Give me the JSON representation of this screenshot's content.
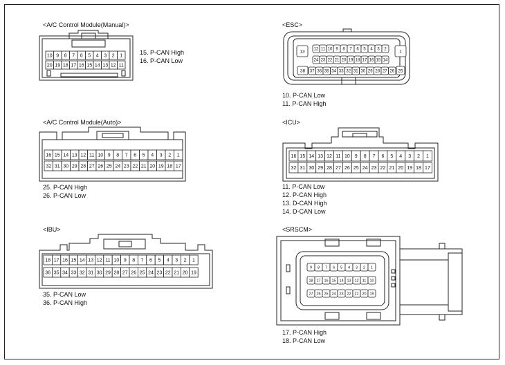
{
  "connectors": {
    "ac_manual": {
      "title": "<A/C Control Module(Manual)>",
      "row_top": [
        "10",
        "9",
        "8",
        "7",
        "6",
        "5",
        "4",
        "3",
        "2",
        "1"
      ],
      "row_bottom": [
        "20",
        "19",
        "18",
        "17",
        "16",
        "15",
        "14",
        "13",
        "12",
        "11"
      ],
      "notes": [
        "15. P-CAN High",
        "16. P-CAN Low"
      ]
    },
    "esc": {
      "title": "<ESC>",
      "row_top": [
        "12",
        "11",
        "10",
        "9",
        "8",
        "7",
        "6",
        "5",
        "4",
        "3",
        "2"
      ],
      "row_mid": [
        "24",
        "23",
        "22",
        "21",
        "20",
        "19",
        "18",
        "17",
        "16",
        "15",
        "14"
      ],
      "row_bottom": [
        "37",
        "36",
        "35",
        "34",
        "33",
        "32",
        "31",
        "30",
        "29",
        "28",
        "27",
        "26"
      ],
      "corner_labels": [
        "13",
        "1",
        "38",
        "25"
      ],
      "notes": [
        "10. P-CAN Low",
        "11. P-CAN High"
      ]
    },
    "ac_auto": {
      "title": "<A/C Control Module(Auto)>",
      "row_top": [
        "16",
        "15",
        "14",
        "13",
        "12",
        "11",
        "10",
        "9",
        "8",
        "7",
        "6",
        "5",
        "4",
        "3",
        "2",
        "1"
      ],
      "row_bottom": [
        "32",
        "31",
        "30",
        "29",
        "28",
        "27",
        "26",
        "25",
        "24",
        "23",
        "22",
        "21",
        "20",
        "19",
        "18",
        "17"
      ],
      "notes": [
        "25. P-CAN High",
        "26. P-CAN Low"
      ]
    },
    "icu": {
      "title": "<ICU>",
      "row_top": [
        "16",
        "15",
        "14",
        "13",
        "12",
        "11",
        "10",
        "9",
        "8",
        "7",
        "6",
        "5",
        "4",
        "3",
        "2",
        "1"
      ],
      "row_bottom": [
        "32",
        "31",
        "30",
        "29",
        "28",
        "27",
        "26",
        "25",
        "24",
        "23",
        "22",
        "21",
        "20",
        "19",
        "18",
        "17"
      ],
      "notes": [
        "11. P-CAN Low",
        "12. P-CAN High",
        "13. D-CAN High",
        "14. D-CAN Low"
      ]
    },
    "ibu": {
      "title": "<IBU>",
      "row_top": [
        "18",
        "17",
        "16",
        "15",
        "14",
        "13",
        "12",
        "11",
        "10",
        "9",
        "8",
        "7",
        "6",
        "5",
        "4",
        "3",
        "2",
        "1"
      ],
      "row_bottom": [
        "36",
        "35",
        "34",
        "33",
        "32",
        "31",
        "30",
        "29",
        "28",
        "27",
        "26",
        "25",
        "24",
        "23",
        "22",
        "21",
        "20",
        "19"
      ],
      "notes": [
        "35. P-CAN Low",
        "36. P-CAN High"
      ]
    },
    "srscm": {
      "title": "<SRSCM>",
      "row_top": [
        "9",
        "8",
        "7",
        "6",
        "5",
        "4",
        "3",
        "2",
        "1"
      ],
      "row_mid": [
        "18",
        "17",
        "16",
        "15",
        "14",
        "13",
        "12",
        "11",
        "10"
      ],
      "row_bottom": [
        "27",
        "26",
        "25",
        "24",
        "23",
        "22",
        "21",
        "20",
        "19"
      ],
      "notes": [
        "17. P-CAN High",
        "18. P-CAN Low"
      ]
    }
  }
}
